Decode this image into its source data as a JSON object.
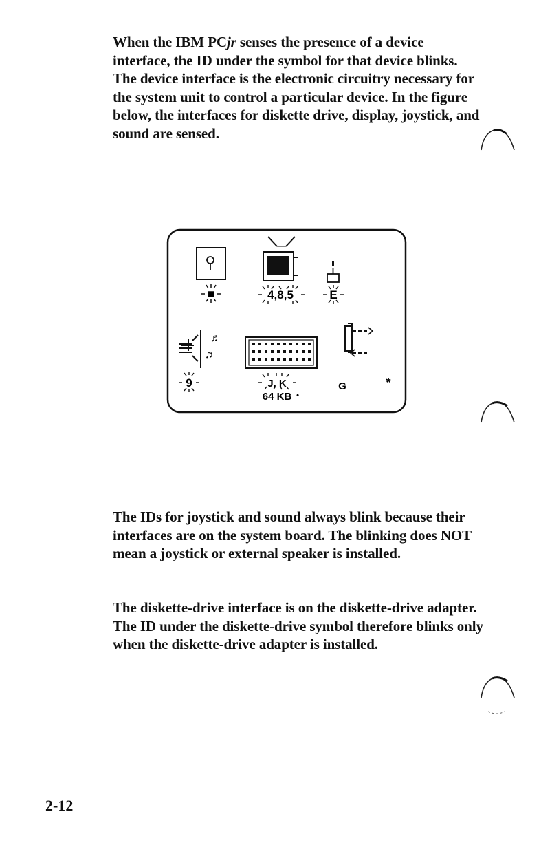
{
  "paragraphs": {
    "intro": "When the IBM PCjr senses the presence of a device interface, the ID under the symbol for that device blinks. The device interface is the electronic circuitry necessary for the system unit to control a particular device. In the figure below, the interfaces for diskette drive, display, joystick, and sound are sensed.",
    "joystick_sound": "The IDs for joystick and sound always blink because their interfaces are on the system board. The blinking does NOT mean a joystick or external speaker is installed.",
    "diskette": "The diskette-drive interface is on the diskette-drive adapter. The ID under the diskette-drive symbol therefore blinks only when the diskette-drive adapter is installed."
  },
  "intro_parts": {
    "before": "When the IBM PC",
    "jr": "jr",
    "after": " senses the presence of a device interface, the ID under the symbol for that device blinks. The device interface is the electronic circuitry necessary for the system unit to control a particular device. In the figure below, the interfaces for diskette drive, display, joystick, and sound are sensed."
  },
  "diagram": {
    "diskette_id": "■",
    "display_ids": "4,8,5",
    "modem_id": "E",
    "joystick_sound_id": "9",
    "keyboard_ids": "J, K",
    "memory_label": "64 KB",
    "memory_marker": "•",
    "printer_id": "G",
    "extra_marker": "*",
    "note_glyph_1": "♬",
    "note_glyph_2": "♬"
  },
  "page_number": "2-12"
}
